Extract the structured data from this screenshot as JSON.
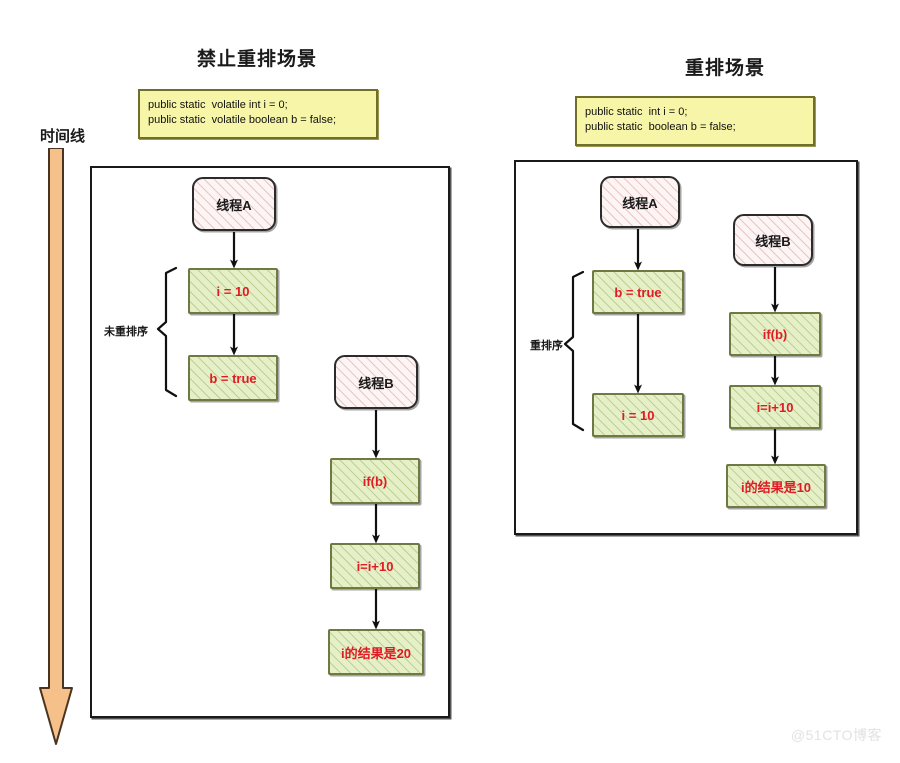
{
  "diagram": {
    "watermark": "@51CTO博客",
    "timeline": {
      "label": "时间线",
      "icon": "down-arrow-icon",
      "color": "#f5c08a"
    },
    "colors": {
      "code_box_fill": "#f7f6a8",
      "code_box_border": "#6f6f2a",
      "thread_fill": "#fdf4f4",
      "statement_fill": "#e6f0c8",
      "statement_text": "#e01b24",
      "panel_border": "#1a1a1a"
    },
    "panels": [
      {
        "id": "no-reorder",
        "title": "禁止重排场景",
        "code": {
          "line1": "public static  volatile int i = 0;",
          "line2": "public static  volatile boolean b = false;"
        },
        "brace_label": "未重排序",
        "threads": [
          {
            "name": "线程A",
            "steps": [
              "i = 10",
              "b = true"
            ]
          },
          {
            "name": "线程B",
            "steps": [
              "if(b)",
              "i=i+10",
              "i的结果是20"
            ]
          }
        ]
      },
      {
        "id": "reorder",
        "title": "重排场景",
        "code": {
          "line1": "public static  int i = 0;",
          "line2": "public static  boolean b = false;"
        },
        "brace_label": "重排序",
        "threads": [
          {
            "name": "线程A",
            "steps": [
              "b = true",
              "i = 10"
            ]
          },
          {
            "name": "线程B",
            "steps": [
              "if(b)",
              "i=i+10",
              "i的结果是10"
            ]
          }
        ]
      }
    ]
  }
}
